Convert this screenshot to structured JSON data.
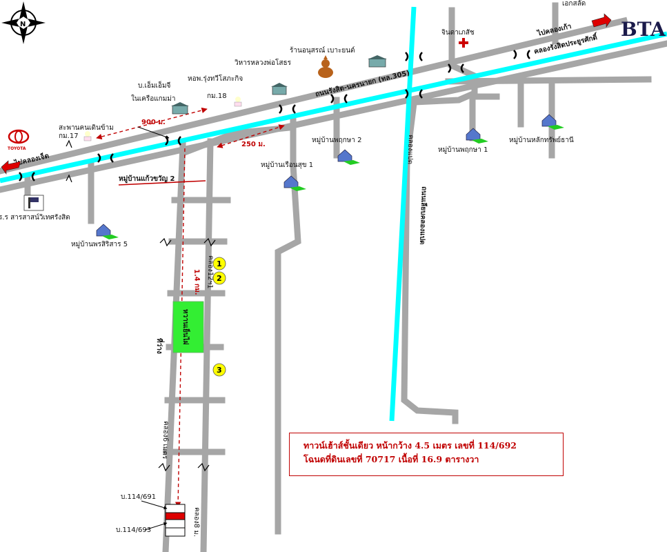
{
  "compass": {
    "north": "N"
  },
  "logo": {
    "text": "BTA"
  },
  "brand": {
    "toyota": "TOYOTA"
  },
  "roads": {
    "main_road_name": "ถนนรังสิต-นครนายก (ทล.305)",
    "canal_name_top_right": "คลองรังสิตประยูรศักดิ์",
    "to_khlong_kao": "ไปคลองเก้า",
    "to_khlong_ched": "ไปคลองเจ็ด",
    "khlong_paet": "คลองแปด",
    "road_along_khlong_paet": "ถนนเลียบคลองแปด",
    "soi_12_1": "คลอง12ฯ1",
    "soi_6": "คลอง6 เมตร",
    "soi_8": "คลอง8 ม."
  },
  "places": {
    "ek_salat": "เอกสลัด",
    "jindakaset": "จินดาเภสัช",
    "shop": "ร้านอนุสรณ์ เบาะยนต์",
    "temple": "วิหารหลวงพ่อโสธร",
    "dorm": "หอพ.รุ่งทวีโสภะกิจ",
    "dorm_km": "กม.18",
    "mm_company": "บ.เอ็มเอ็มจี",
    "mm_company_2": "ในเครือแกมม่า",
    "footbridge": "สะพานคนเดินข้าม",
    "footbridge_km": "กม.17",
    "school": "ร.ร สารสาสน์วิเทศรังสิต",
    "dist_900": "900 ม.",
    "dist_250": "250 ม.",
    "dist_14": "1.4 กม."
  },
  "villages": {
    "kaew_kwan": "หมู่บ้านแก้วขวัญ 2",
    "pornsiri": "หมู่บ้านพรสิริสาร 5",
    "ruen_suk": "หมู่บ้านเรือนสุข 1",
    "pruksa2": "หมู่บ้านพฤกษา 2",
    "pruksa1": "หมู่บ้านพฤกษา 1",
    "lak_sap": "หมู่บ้านหลักทรัพย์ธานี"
  },
  "markers": {
    "m1": "1",
    "m2": "2",
    "m3": "3",
    "green_zone": "หวานเย็นไผ่",
    "ti_wang": "ที่ว่าง"
  },
  "plots": {
    "plot_691": "บ.114/691",
    "plot_693": "บ.114/693"
  },
  "info": {
    "line1": "ทาวน์เฮ้าส์ชั้นเดียว  หน้ากว้าง 4.5 เมตร เลขที่ 114/692",
    "line2": "โฉนดที่ดินเลขที่ 70717 เนื้อที่ 16.9 ตารางวา"
  },
  "colors": {
    "road": "#a6a6a6",
    "canal": "#00ffff",
    "accent_red": "#c00000",
    "marker_yellow": "#ffff00",
    "zone_green": "#33ee33"
  }
}
